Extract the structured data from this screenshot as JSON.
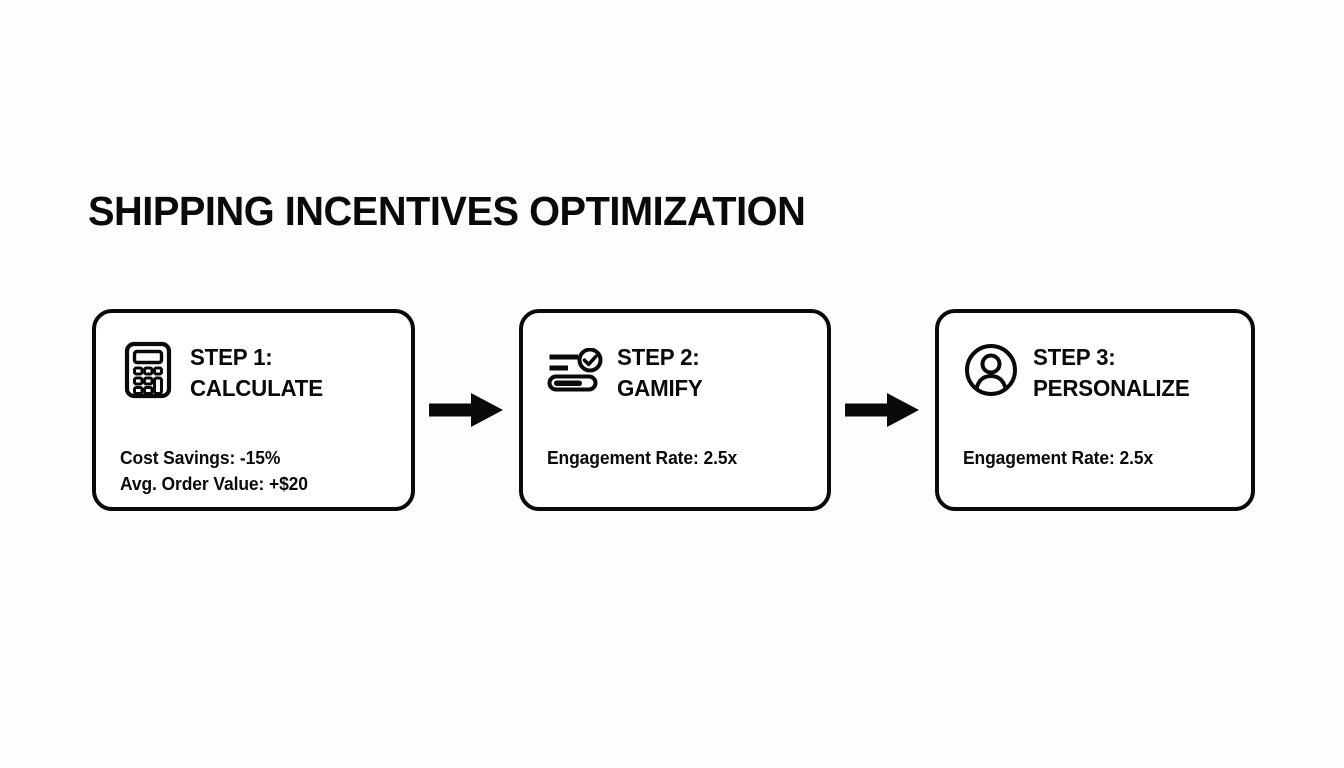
{
  "slide": {
    "title": "SHIPPING INCENTIVES OPTIMIZATION",
    "background_color": "#fdfdfc",
    "ink_color": "#0a0a0a"
  },
  "flow": {
    "steps": [
      {
        "icon": "calculator-icon",
        "title": "STEP 1:\nCALCULATE",
        "metrics": [
          "Cost Savings: -15%",
          "Avg. Order Value: +$20"
        ]
      },
      {
        "icon": "progress-check-icon",
        "title": "STEP 2:\nGAMIFY",
        "metrics": [
          "Engagement Rate: 2.5x"
        ]
      },
      {
        "icon": "user-avatar-icon",
        "title": "STEP 3:\nPERSONALIZE",
        "metrics": [
          "Engagement Rate: 2.5x"
        ]
      }
    ],
    "connectors": [
      {
        "name": "arrow-right-icon"
      },
      {
        "name": "arrow-right-icon"
      }
    ]
  }
}
